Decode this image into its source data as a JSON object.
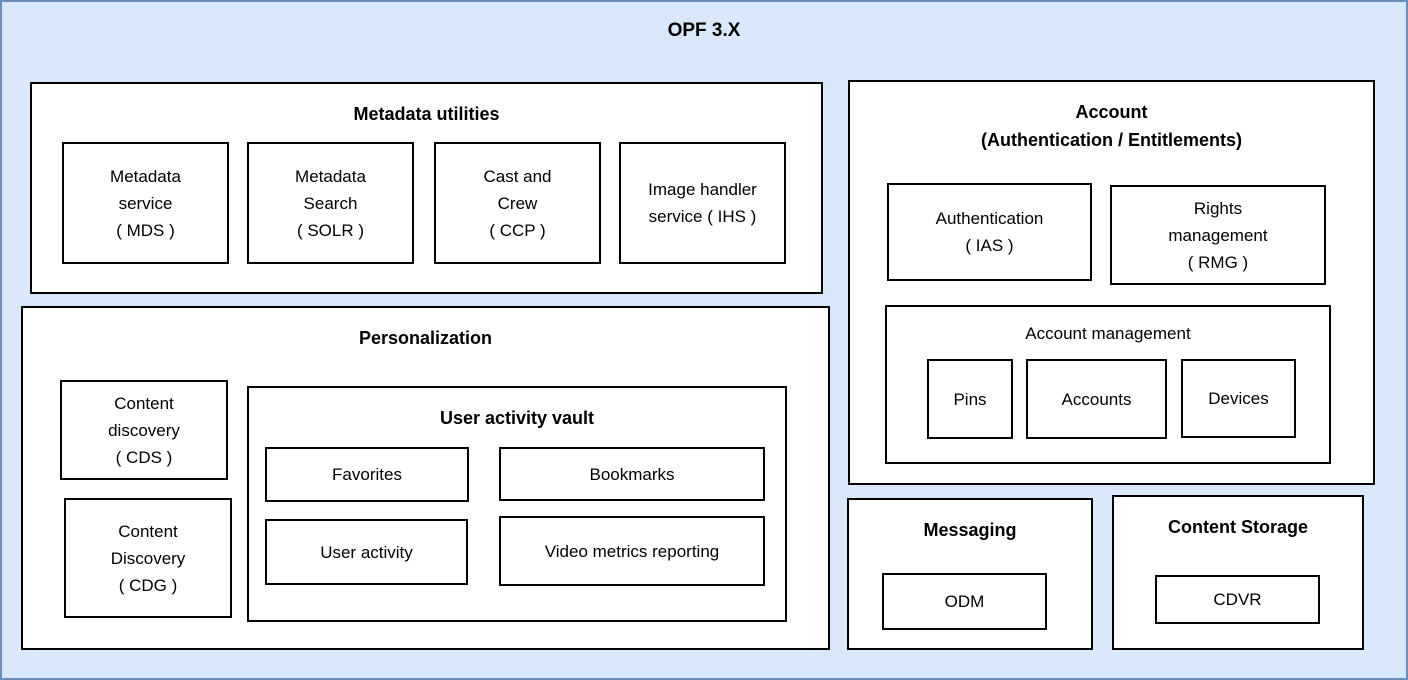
{
  "diagram": {
    "title": "OPF 3.X",
    "colors": {
      "canvas_fill": "#dae8fc",
      "canvas_border": "#6c8ebf",
      "box_fill": "#ffffff",
      "box_border": "#000000",
      "text": "#000000"
    },
    "metadata_utilities": {
      "title": "Metadata utilities",
      "mds": "Metadata\nservice\n( MDS )",
      "solr": "Metadata\nSearch\n( SOLR )",
      "ccp": "Cast and\nCrew\n( CCP )",
      "ihs": "Image handler\nservice ( IHS )"
    },
    "personalization": {
      "title": "Personalization",
      "cds": "Content\ndiscovery\n( CDS )",
      "cdg": "Content\nDiscovery\n( CDG )",
      "user_activity_vault": {
        "title": "User activity vault",
        "favorites": "Favorites",
        "bookmarks": "Bookmarks",
        "user_activity": "User activity",
        "video_metrics": "Video metrics reporting"
      }
    },
    "account": {
      "title": "Account\n(Authentication / Entitlements)",
      "ias": "Authentication\n( IAS )",
      "rmg": "Rights\nmanagement\n( RMG )",
      "account_management": {
        "title": "Account management",
        "pins": "Pins",
        "accounts": "Accounts",
        "devices": "Devices"
      }
    },
    "messaging": {
      "title": "Messaging",
      "odm": "ODM"
    },
    "content_storage": {
      "title": "Content Storage",
      "cdvr": "CDVR"
    }
  }
}
